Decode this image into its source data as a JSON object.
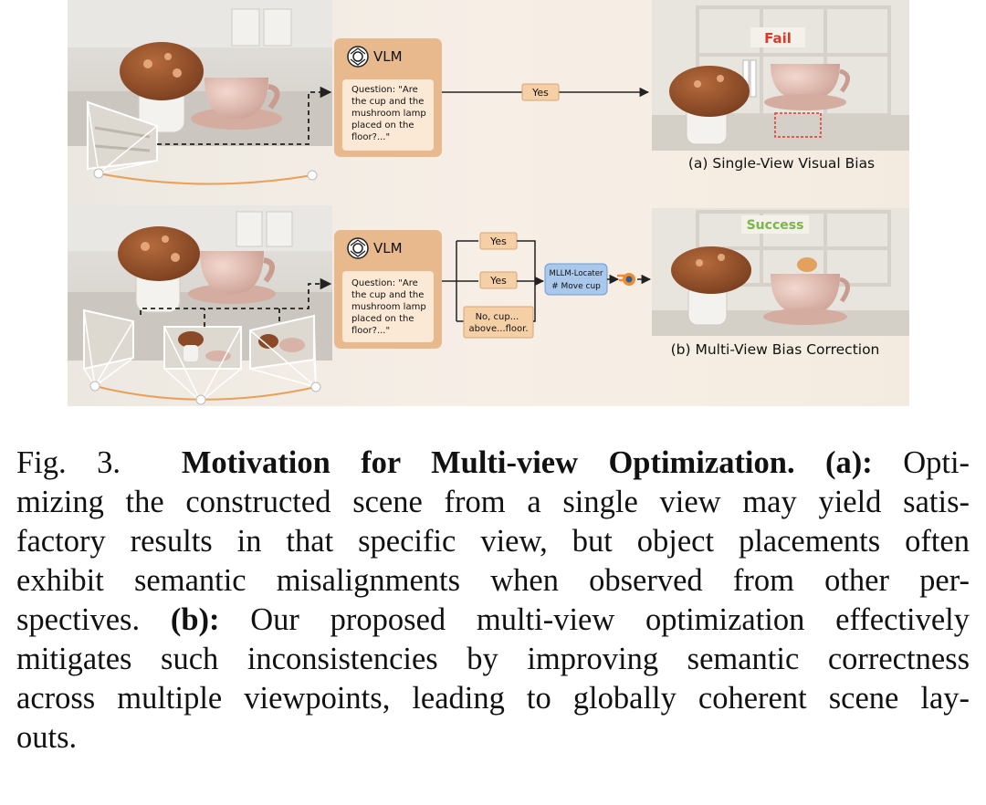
{
  "figure": {
    "top_panel": {
      "vlm_label": "VLM",
      "question_lines": [
        "Question: \"Are",
        "the cup and the",
        "mushroom lamp",
        "placed on the",
        "floor?...\""
      ],
      "answer": "Yes",
      "result_badge": "Fail",
      "panel_caption": "(a) Single-View Visual Bias"
    },
    "bottom_panel": {
      "vlm_label": "VLM",
      "question_lines": [
        "Question: \"Are",
        "the cup and the",
        "mushroom lamp",
        "placed on the",
        "floor?...\""
      ],
      "answers": [
        {
          "lines": [
            "Yes"
          ]
        },
        {
          "lines": [
            "Yes"
          ]
        },
        {
          "lines": [
            "No, cup...",
            "above...floor."
          ]
        }
      ],
      "locater_title": "MLLM-Locater",
      "locater_action": "# Move cup",
      "result_badge": "Success",
      "panel_caption": "(b)  Multi-View Bias Correction"
    },
    "colors": {
      "vlm_box": "#e8b98c",
      "vlm_inner": "#fbe9d6",
      "answer_box": "#f5cfa6",
      "locater_box": "#a9c8ec",
      "fail": "#d93a2c",
      "success": "#7ab648",
      "orbit": "#e9a05a"
    }
  },
  "caption": {
    "fig_label": "Fig. 3.",
    "title": "Motivation for Multi-view Optimization.",
    "a_label": "(a):",
    "b_label": "(b):",
    "l1_tail": "Opti-",
    "l2": "mizing the constructed scene from a single view may yield satis-",
    "l3": "factory results in that specific view, but object placements often",
    "l4": "exhibit semantic misalignments when observed from other per-",
    "l5_head": "spectives.",
    "l5_tail": "Our proposed multi-view optimization effectively",
    "l6": "mitigates such inconsistencies by improving semantic correctness",
    "l7": "across multiple viewpoints, leading to globally coherent scene lay-",
    "l8": "outs."
  }
}
